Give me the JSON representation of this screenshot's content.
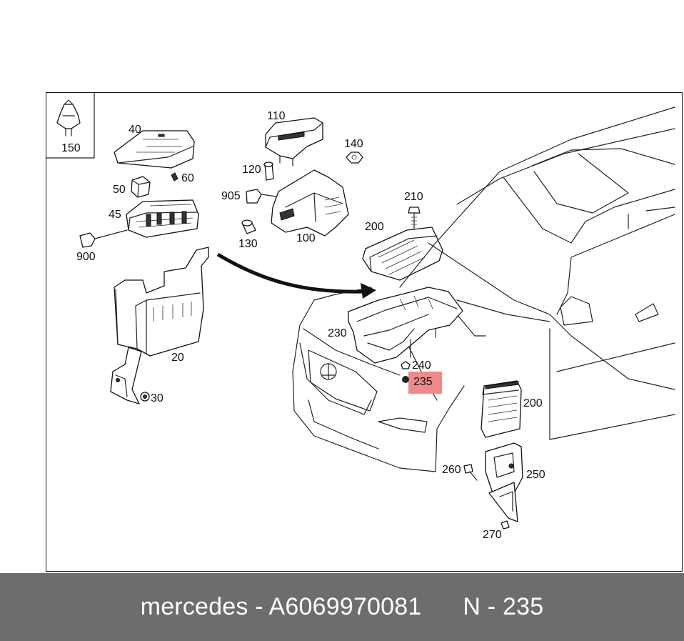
{
  "callouts": {
    "c150": "150",
    "c40": "40",
    "c50": "50",
    "c60": "60",
    "c45": "45",
    "c900": "900",
    "c20": "20",
    "c30": "30",
    "c110": "110",
    "c140": "140",
    "c120": "120",
    "c905": "905",
    "c130": "130",
    "c100": "100",
    "c210": "210",
    "c200a": "200",
    "c230": "230",
    "c240": "240",
    "c235": "235",
    "c200b": "200",
    "c260": "260",
    "c250": "250",
    "c270": "270"
  },
  "highlight": {
    "callout": "235",
    "color": "#f08a8a"
  },
  "footer": {
    "brand": "mercedes",
    "separator1": " - ",
    "part_number": "A6069970081",
    "gap": "      ",
    "position_label": "N",
    "separator2": " - ",
    "position_number": "235"
  }
}
